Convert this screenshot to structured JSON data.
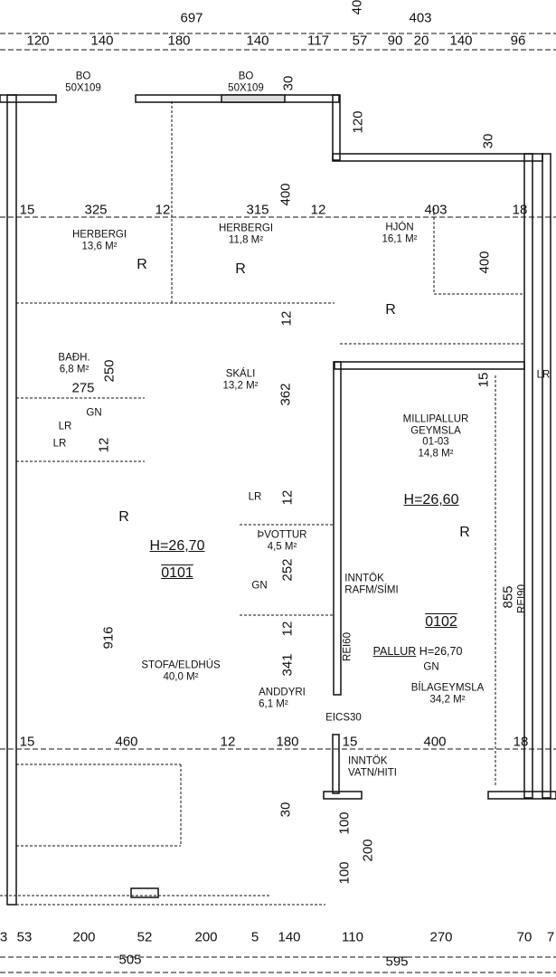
{
  "title_dims": {
    "overall_left": "697",
    "overall_right": "403",
    "top_stub": "40"
  },
  "top_dims": [
    "120",
    "140",
    "180",
    "140",
    "117",
    "57",
    "90",
    "20",
    "140",
    "96"
  ],
  "windows": [
    {
      "type": "BO",
      "size": "50X109"
    },
    {
      "type": "BO",
      "size": "50X109"
    }
  ],
  "row1_dims": [
    "15",
    "325",
    "12",
    "315",
    "12",
    "403",
    "18"
  ],
  "row2_dims": [
    "15",
    "460",
    "12",
    "180",
    "15",
    "400",
    "18"
  ],
  "bottom_dims": [
    "3",
    "53",
    "200",
    "52",
    "200",
    "5",
    "140",
    "110",
    "270",
    "70",
    "7"
  ],
  "bottom_totals": [
    "505",
    "595"
  ],
  "vertical_dims": {
    "win_30": "30",
    "d120": "120",
    "d30a": "30",
    "d400a": "400",
    "d400b": "400",
    "d12a": "12",
    "d250": "250",
    "d15": "15",
    "d362": "362",
    "d12b": "12",
    "d12c": "12",
    "d252": "252",
    "d855": "855",
    "d12d": "12",
    "d341": "341",
    "d916": "916",
    "d30b": "30",
    "d100a": "100",
    "d200": "200",
    "d100b": "100"
  },
  "rooms": {
    "herbergi1": {
      "name": "HERBERGI",
      "area": "13,6 M²"
    },
    "herbergi2": {
      "name": "HERBERGI",
      "area": "11,8 M²"
    },
    "hjon": {
      "name": "HJÓN",
      "area": "16,1 M²"
    },
    "badh": {
      "name": "BAÐH.",
      "area": "6,8 M²",
      "width": "275"
    },
    "skali": {
      "name": "SKÁLI",
      "area": "13,2 M²"
    },
    "millipallur": {
      "name": "MILLIPALLUR",
      "sub": "GEYMSLA",
      "code": "01-03",
      "area": "14,8 M²",
      "height": "H=26,60"
    },
    "thvottur": {
      "name": "ÞVOTTUR",
      "area": "4,5 M²"
    },
    "stofa": {
      "name": "STOFA/ELDHÚS",
      "area": "40,0 M²"
    },
    "anddyri": {
      "name": "ANDDYRI",
      "area": "6,1 M²"
    },
    "bilageymsla": {
      "name": "BÍLAGEYMSLA",
      "area": "34,2 M²"
    }
  },
  "units": {
    "u0101": {
      "height": "H=26,70",
      "number": "0101"
    },
    "u0102": {
      "number": "0102",
      "pallur": "PALLUR",
      "pallur_height": "H=26,70"
    }
  },
  "notes": {
    "inntok_rafm": "INNTÖK\nRAFM/SÍMI",
    "inntok_vatn": "INNTÖK\nVATN/HITI",
    "eics30": "EICS30",
    "rei60": "REI60",
    "rei90": "REI90",
    "gn": "GN",
    "lr": "LR",
    "r": "R"
  }
}
